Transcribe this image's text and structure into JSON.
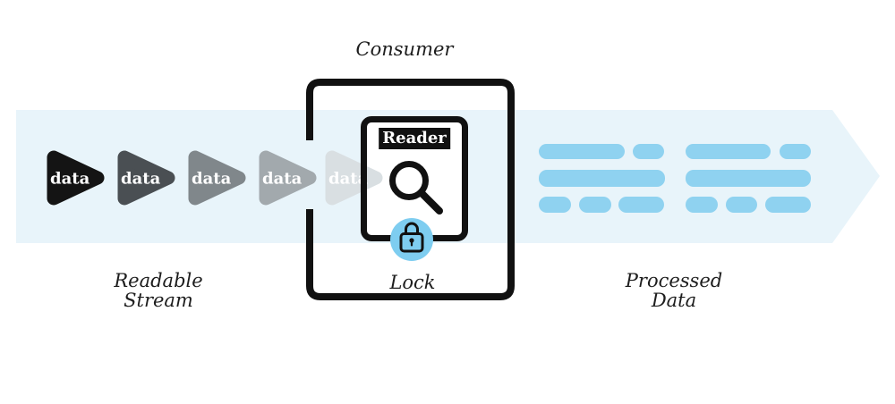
{
  "colors": {
    "band": "#e8f4fa",
    "pill": "#8fd2f0",
    "lock_circle": "#7ecdf0",
    "ink": "#111111",
    "text": "#1d1d1d"
  },
  "icons": {
    "reader": "magnifier-search-icon",
    "lock": "padlock-icon",
    "flow": "right-arrow-band",
    "packet": "play-triangle-icon"
  },
  "stream": {
    "caption": {
      "line1": "Readable",
      "line2": "Stream"
    },
    "items": [
      {
        "label": "data",
        "color": "#141414"
      },
      {
        "label": "data",
        "color": "#4a4f53"
      },
      {
        "label": "data",
        "color": "#80878b"
      },
      {
        "label": "data",
        "color": "#a2a9ad"
      },
      {
        "label": "data",
        "color": "#d9dfe2"
      }
    ]
  },
  "consumer": {
    "caption": "Consumer",
    "reader_badge": "Reader",
    "lock_caption": "Lock"
  },
  "processed": {
    "caption": {
      "line1": "Processed",
      "line2": "Data"
    }
  }
}
